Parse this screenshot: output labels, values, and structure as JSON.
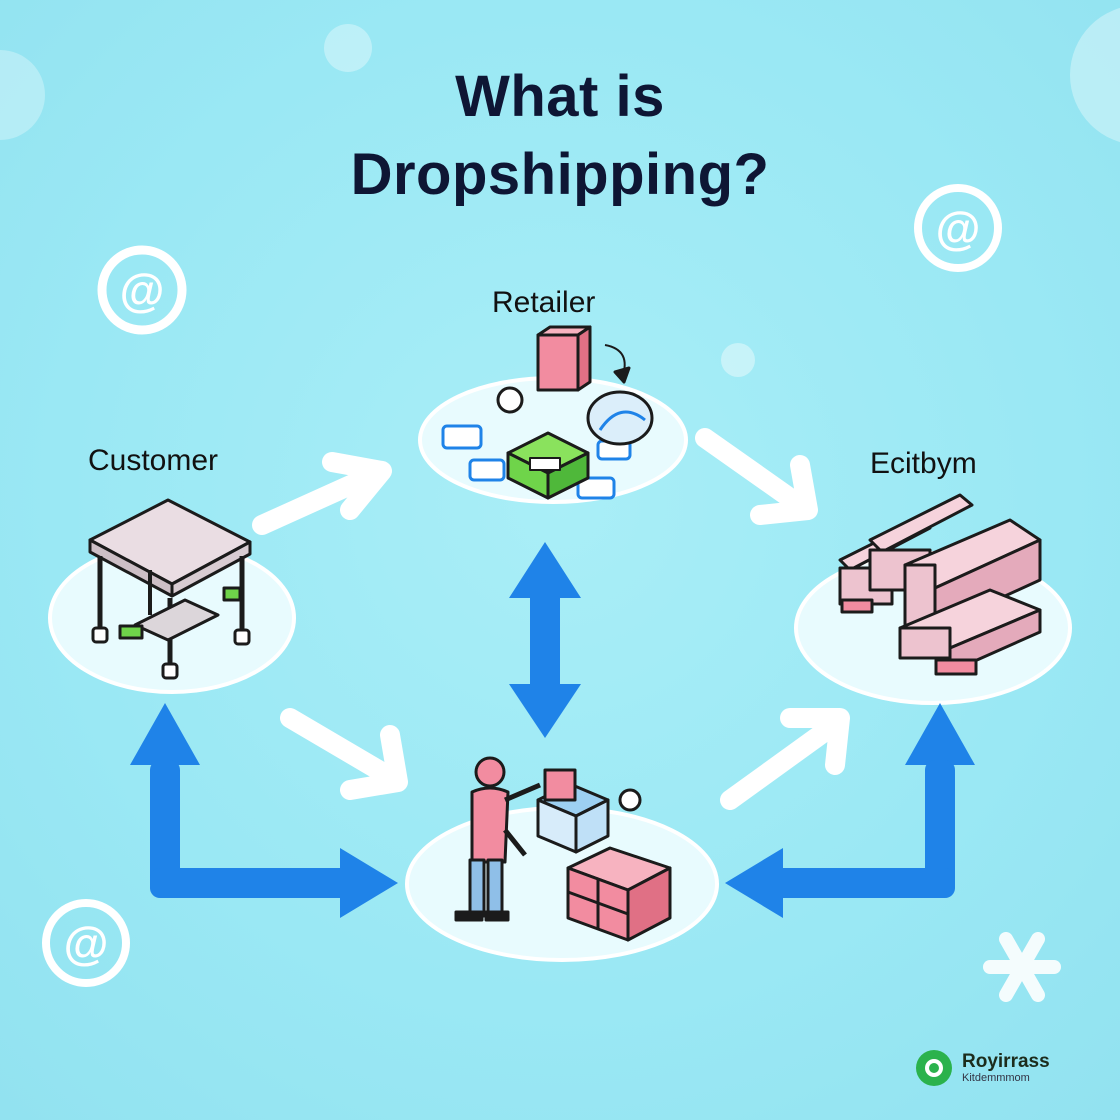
{
  "title": {
    "line1": "What is",
    "line2": "Dropshipping?"
  },
  "nodes": {
    "retailer": "Retailer",
    "customer": "Customer",
    "supplier": "Ecitbym"
  },
  "brand": {
    "name": "Royirrass",
    "subtitle": "Kitdemmmom"
  },
  "colors": {
    "background": "#9eeaf5",
    "arrow_blue": "#1f83e8",
    "arrow_white": "#ffffff",
    "title": "#0e1634",
    "accent_pink": "#f28ca0",
    "accent_green": "#6fd44a"
  }
}
